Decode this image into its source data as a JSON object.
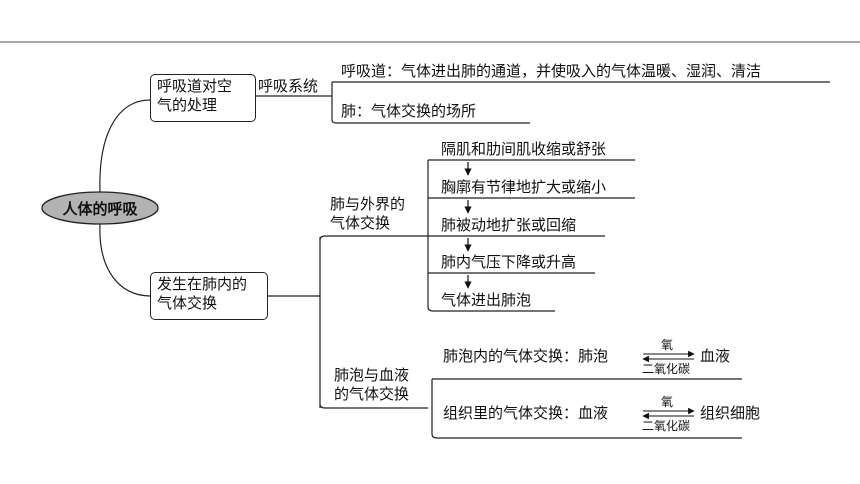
{
  "root": "人体的呼吸",
  "branch1": {
    "box_line1": "呼吸道对空",
    "box_line2": "气的处理",
    "system": "呼吸系统",
    "airway": "呼吸道：气体进出肺的通道，并使吸入的气体温暖、湿润、清洁",
    "lung": "肺：气体交换的场所"
  },
  "branch2": {
    "box_line1": "发生在肺内的",
    "box_line2": "气体交换",
    "external": {
      "line1": "肺与外界的",
      "line2": "气体交换",
      "steps": [
        "隔肌和肋间肌收缩或舒张",
        "胸廓有节律地扩大或缩小",
        "肺被动地扩张或回缩",
        "肺内气压下降或升高",
        "气体进出肺泡"
      ]
    },
    "alveolar": {
      "line1": "肺泡与血液",
      "line2": "的气体交换",
      "row1": {
        "prefix": "肺泡内的气体交换：肺泡",
        "top": "氧",
        "bottom": "二氧化碳",
        "suffix": "血液"
      },
      "row2": {
        "prefix": "组织里的气体交换：血液",
        "top": "氧",
        "bottom": "二氧化碳",
        "suffix": "组织细胞"
      }
    }
  }
}
